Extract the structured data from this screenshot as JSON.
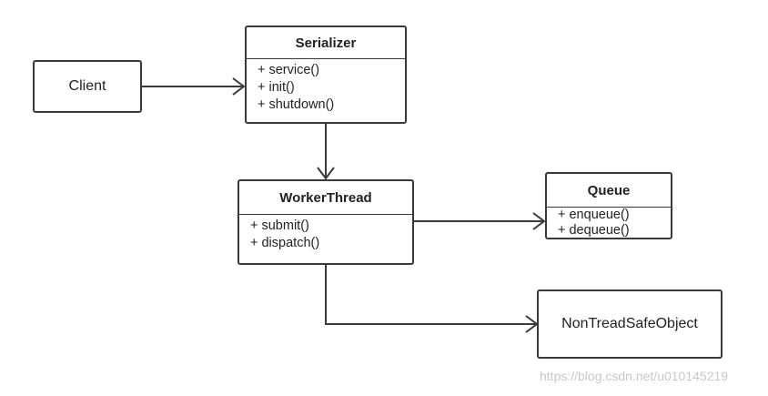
{
  "client": {
    "label": "Client"
  },
  "serializer": {
    "title": "Serializer",
    "methods": [
      "+ service()",
      "+ init()",
      "+ shutdown()"
    ]
  },
  "worker": {
    "title": "WorkerThread",
    "methods": [
      "+ submit()",
      "+ dispatch()"
    ]
  },
  "queue": {
    "title": "Queue",
    "methods": [
      "+ enqueue()",
      "+ dequeue()"
    ]
  },
  "nontread": {
    "label": "NonTreadSafeObject"
  },
  "watermark": "https://blog.csdn.net/u010145219",
  "colors": {
    "border": "#3a3a3a",
    "arrow": "#3a3a3a",
    "watermark": "#c8c8c8",
    "background": "#ffffff"
  }
}
